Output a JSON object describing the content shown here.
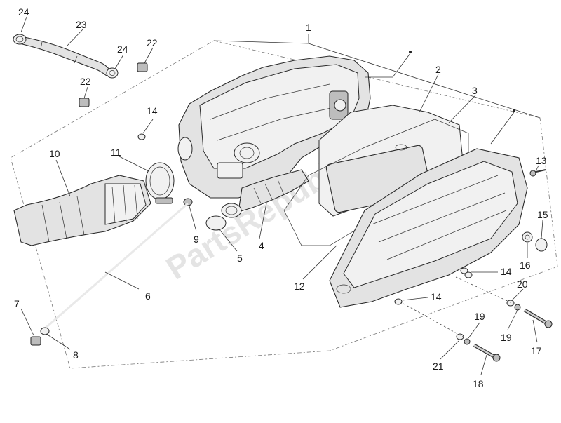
{
  "watermark": "PartsRepublik",
  "callouts": {
    "c1": "1",
    "c2": "2",
    "c3": "3",
    "c4": "4",
    "c5": "5",
    "c6": "6",
    "c7": "7",
    "c8": "8",
    "c9": "9",
    "c10": "10",
    "c11": "11",
    "c12": "12",
    "c13": "13",
    "c14a": "14",
    "c14b": "14",
    "c14c": "14",
    "c15": "15",
    "c16": "16",
    "c17": "17",
    "c18": "18",
    "c19a": "19",
    "c19b": "19",
    "c20": "20",
    "c21": "21",
    "c22a": "22",
    "c22b": "22",
    "c23": "23",
    "c24a": "24",
    "c24b": "24"
  }
}
